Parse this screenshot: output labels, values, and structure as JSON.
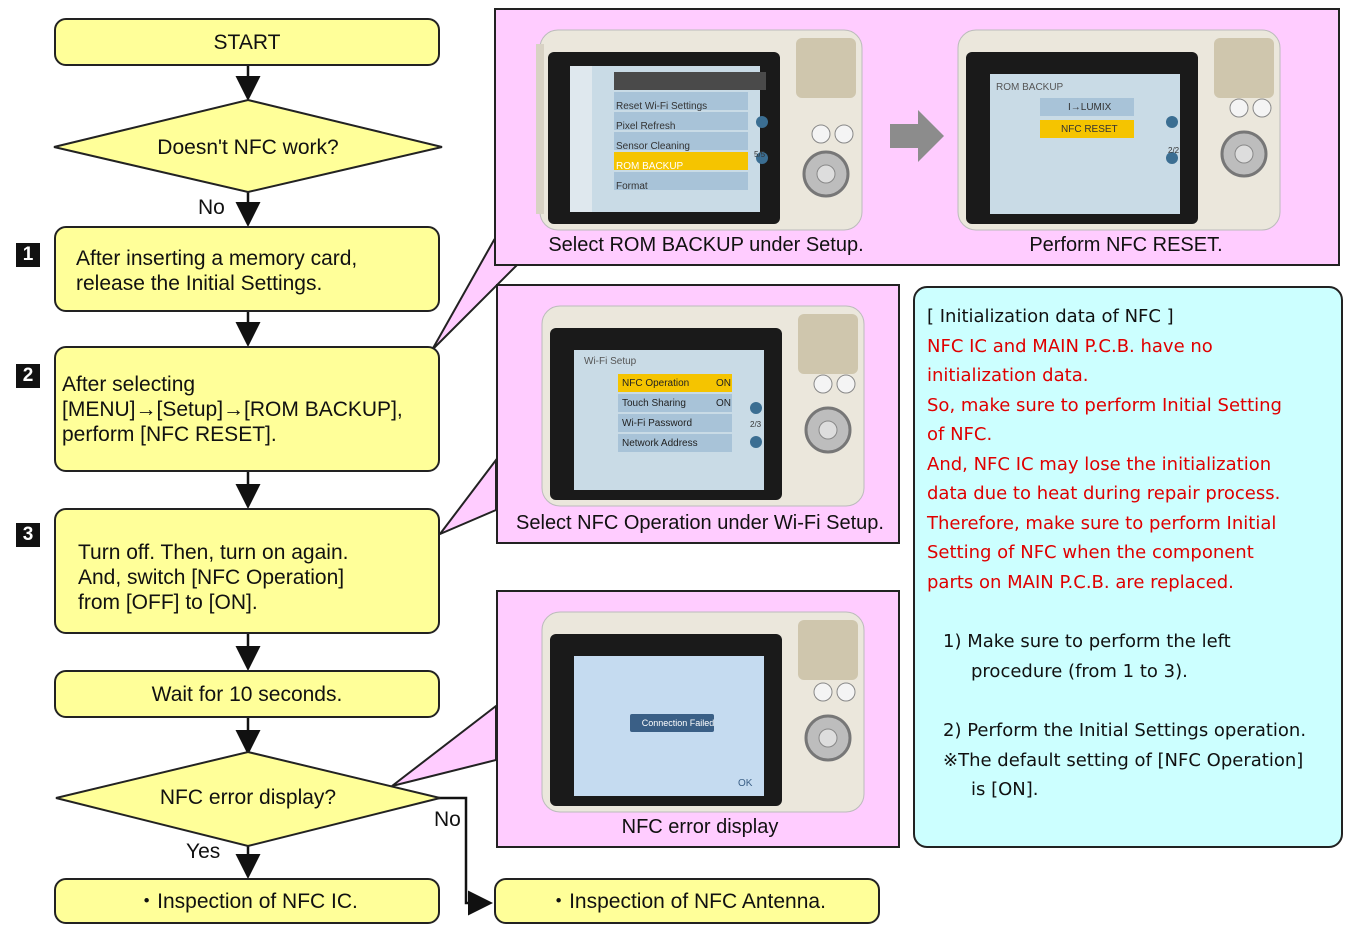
{
  "flow": {
    "start": "START",
    "decision1": "Doesn't NFC work?",
    "decision1_no": "No",
    "step1_num": "1",
    "step1_text": [
      "After inserting a memory card,",
      "release the Initial Settings."
    ],
    "step2_num": "2",
    "step2_text": [
      "After selecting",
      "[MENU]→[Setup]→[ROM BACKUP],",
      "perform [NFC RESET]."
    ],
    "step3_num": "3",
    "step3_text": [
      "Turn off. Then, turn on again.",
      "And, switch [NFC Operation]",
      "from [OFF] to [ON]."
    ],
    "wait": "Wait for 10 seconds.",
    "decision2": "NFC error display?",
    "decision2_yes": "Yes",
    "decision2_no": "No",
    "end_yes": "・Inspection of NFC IC.",
    "end_no": "・Inspection of NFC Antenna."
  },
  "panels": {
    "setup": {
      "caption_left": "Select ROM BACKUP under Setup.",
      "caption_right": "Perform NFC RESET.",
      "menu_items": [
        "Reset Wi-Fi Settings",
        "Pixel Refresh",
        "Sensor Cleaning",
        "ROM BACKUP",
        "Format"
      ],
      "menu_page": "5/5",
      "rom_title": "ROM BACKUP",
      "rom_items": [
        "I→LUMIX",
        "NFC RESET"
      ],
      "rom_page": "2/2"
    },
    "wifi": {
      "caption": "Select NFC Operation under Wi-Fi Setup.",
      "title": "Wi-Fi Setup",
      "items": [
        {
          "label": "NFC Operation",
          "value": "ON"
        },
        {
          "label": "Touch Sharing",
          "value": "ON"
        },
        {
          "label": "Wi-Fi Password",
          "value": ""
        },
        {
          "label": "Network Address",
          "value": ""
        }
      ],
      "page": "2/3"
    },
    "error": {
      "caption": "NFC error display",
      "message": "Connection Failed",
      "ok": "OK"
    }
  },
  "note": {
    "title": "[ Initialization data of NFC ]",
    "red_lines": [
      "NFC IC and MAIN P.C.B. have no",
      "initialization data.",
      "So, make sure to perform Initial Setting",
      "of NFC.",
      "And, NFC IC may lose the initialization",
      "data due to heat during repair process.",
      "Therefore, make sure to perform Initial",
      "Setting of NFC when the component",
      "parts on MAIN P.C.B. are replaced."
    ],
    "item1": [
      "1) Make sure to perform the left",
      "procedure (from 1 to 3)."
    ],
    "item2": [
      "2) Perform the Initial Settings operation."
    ],
    "item3": [
      "※The default setting of [NFC Operation]",
      "is [ON]."
    ]
  },
  "colors": {
    "box_fill": "#ffff99",
    "panel_fill": "#ffccff",
    "note_fill": "#ccffff",
    "note_red": "#e00000",
    "menu_highlight": "#f5c400"
  }
}
